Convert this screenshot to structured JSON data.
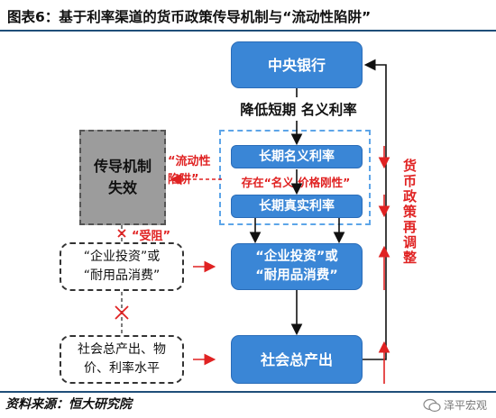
{
  "title": "图表6：基于利率渠道的货币政策传导机制与“流动性陷阱”",
  "nodes": {
    "central_bank": "中央银行",
    "rate_cut_label": "降低短期 名义利率",
    "long_nominal": "长期名义利率",
    "rigidity_note": "存在“名义 价格刚性”",
    "long_real": "长期真实利率",
    "investment_blue": "“企业投资”或\n“耐用品消费”",
    "output_blue": "社会总产出",
    "transmission_failure": "传导机制\n失效",
    "liquidity_trap": "“流动性\n陷阱”",
    "blocked": "“受阻”",
    "investment_white": "“企业投资”或\n“耐用品消费”",
    "output_white": "社会总产出、物\n价、利率水平",
    "policy_adjust": "货币政策再调整"
  },
  "footer": {
    "source": "资料来源：恒大研究院",
    "logo_text": "泽平宏观"
  },
  "colors": {
    "blue_box": "#3a86d6",
    "accent_red": "#e02222",
    "gray_box": "#9c9c9c",
    "rule": "#1f4e79"
  }
}
